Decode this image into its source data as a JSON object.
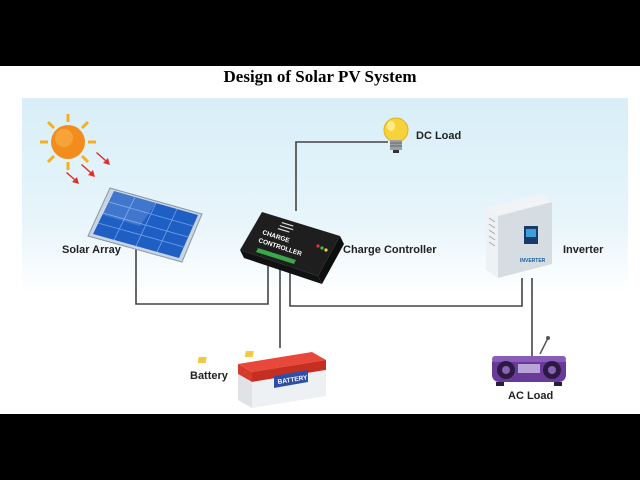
{
  "title": "Design of Solar PV System",
  "labels": {
    "solar_array": "Solar Array",
    "charge_controller": "Charge Controller",
    "inverter": "Inverter",
    "dc_load": "DC Load",
    "battery": "Battery",
    "ac_load": "AC Load"
  },
  "device_text": {
    "controller_line1": "CHARGE",
    "controller_line2": "CONTROLLER",
    "battery_face": "BATTERY",
    "inverter_face": "INVERTER"
  },
  "colors": {
    "sun": "#f28c1c",
    "arrows": "#e0302a",
    "panel": "#1f5fc4",
    "controller": "#2a2a2a",
    "inverter": "#dfe6ea",
    "battery_top": "#d9362b",
    "radio": "#6a3a9a",
    "wire": "#444444"
  }
}
